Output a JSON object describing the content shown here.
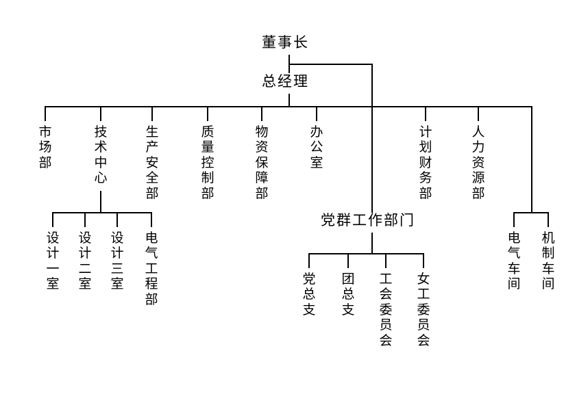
{
  "chart": {
    "type": "org-chart",
    "title_top": "董事长",
    "title_second": "总经理",
    "orientation": "vertical-text-labels",
    "background": "#ffffff",
    "line_color": "#000000",
    "text_color": "#000000"
  },
  "nodes": {
    "chairman": "董事长",
    "general_manager": "总经理",
    "party_group": "党群工作部门"
  },
  "level1": [
    {
      "label": "市场部"
    },
    {
      "label": "技术中心"
    },
    {
      "label": "生产安全部"
    },
    {
      "label": "质量控制部"
    },
    {
      "label": "物资保障部"
    },
    {
      "label": "办公室"
    },
    {
      "label": "计划财务部"
    },
    {
      "label": "人力资源部"
    }
  ],
  "tech_center_children": [
    {
      "label": "设计一室"
    },
    {
      "label": "设计二室"
    },
    {
      "label": "设计三室"
    },
    {
      "label": "电气工程部"
    }
  ],
  "party_group_children": [
    {
      "label": "党总支"
    },
    {
      "label": "团总支"
    },
    {
      "label": "工会委员会"
    },
    {
      "label": "女工委员会"
    }
  ],
  "workshop_children": [
    {
      "label": "电气车间"
    },
    {
      "label": "机制车间"
    }
  ]
}
